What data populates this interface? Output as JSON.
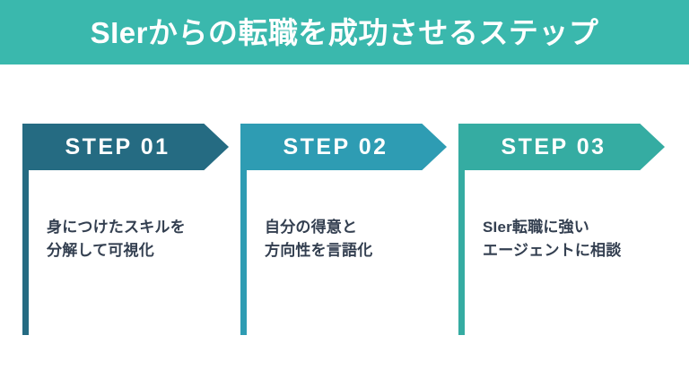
{
  "header": {
    "title": "SIerからの転職を成功させるステップ",
    "background_color": "#3ab8ad",
    "text_color": "#ffffff"
  },
  "theme": {
    "page_background": "#ffffff",
    "body_text_color": "#333f50",
    "step_colors": [
      "#256b82",
      "#2e9cb3",
      "#35aca2"
    ]
  },
  "steps": [
    {
      "label": "STEP 01",
      "color": "#256b82",
      "body_lines": [
        "身につけたスキルを",
        "分解して可視化"
      ]
    },
    {
      "label": "STEP 02",
      "color": "#2e9cb3",
      "body_lines": [
        "自分の得意と",
        "方向性を言語化"
      ]
    },
    {
      "label": "STEP 03",
      "color": "#35aca2",
      "body_lines": [
        "SIer転職に強い",
        "エージェントに相談"
      ]
    }
  ]
}
